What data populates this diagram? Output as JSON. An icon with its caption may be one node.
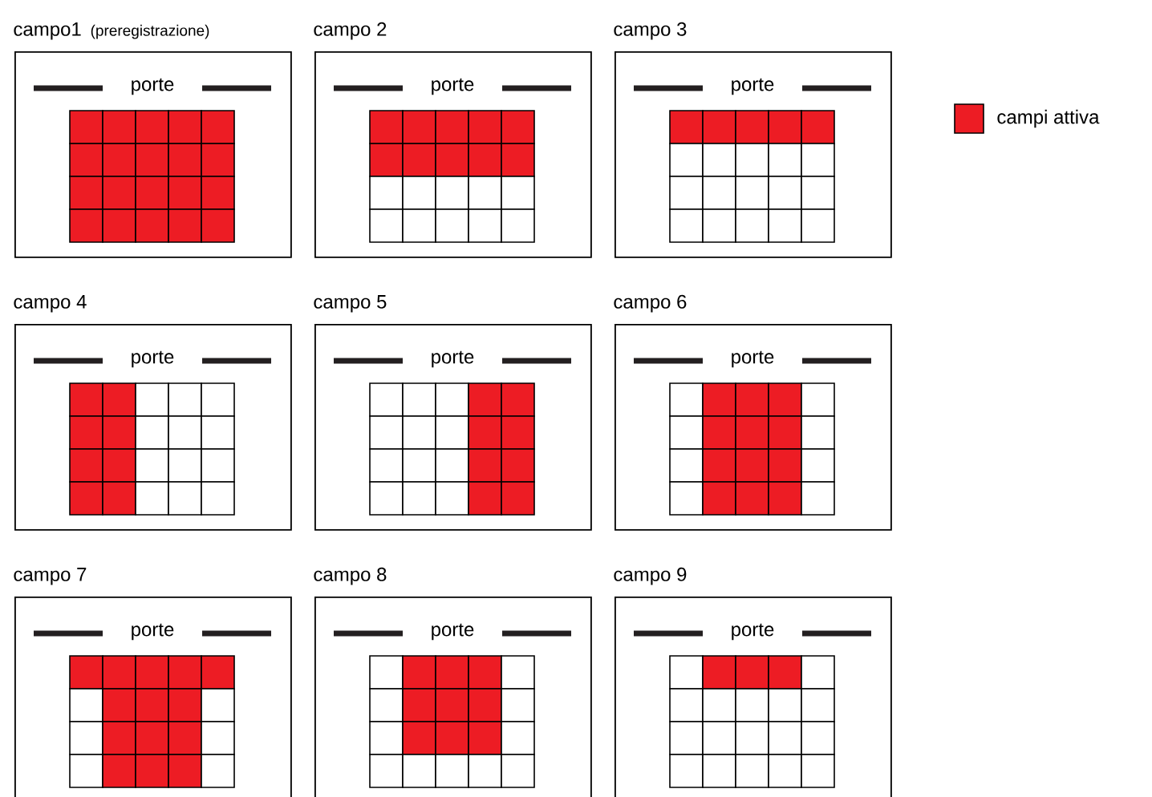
{
  "diagram": {
    "nodes": [
      {
        "text": [
          "campo1",
          "(preregistrazione)",
          "porte"
        ]
      },
      {
        "text": [
          "campo 2",
          "porte"
        ]
      },
      {
        "text": [
          "campo 3",
          "porte"
        ]
      },
      {
        "text": [
          "campo 4",
          "porte"
        ]
      },
      {
        "text": [
          "campo 5",
          "porte"
        ]
      },
      {
        "text": [
          "campo 6",
          "porte"
        ]
      },
      {
        "text": [
          "campo 7",
          "porte"
        ]
      },
      {
        "text": [
          "campo 8",
          "porte"
        ]
      },
      {
        "text": [
          "campo 9",
          "porte"
        ]
      }
    ],
    "legend": [
      {
        "text": "campi attiva",
        "color": "#ed1c24"
      }
    ]
  }
}
